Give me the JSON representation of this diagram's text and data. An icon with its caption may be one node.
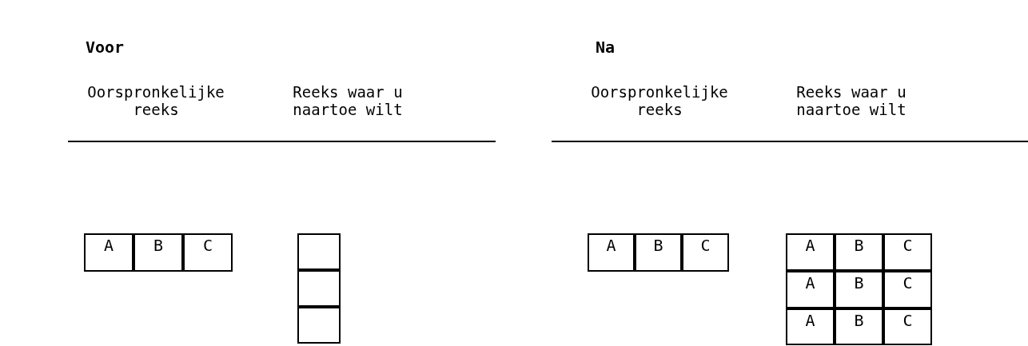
{
  "diagram": {
    "nodes": [
      {
        "text": [
          "A"
        ]
      },
      {
        "text": [
          "B"
        ]
      },
      {
        "text": [
          "C"
        ]
      },
      {
        "text": [],
        "shape": "box"
      },
      {
        "text": [],
        "shape": "box"
      },
      {
        "text": [],
        "shape": "box"
      },
      {
        "text": [
          "A"
        ]
      },
      {
        "text": [
          "B"
        ]
      },
      {
        "text": [
          "C"
        ]
      },
      {
        "text": [
          "A"
        ]
      },
      {
        "text": [
          "B"
        ]
      },
      {
        "text": [
          "C"
        ]
      },
      {
        "text": [
          "A"
        ]
      },
      {
        "text": [
          "B"
        ]
      },
      {
        "text": [
          "C"
        ]
      },
      {
        "text": [
          "A"
        ]
      },
      {
        "text": [
          "B"
        ]
      },
      {
        "text": [
          "C"
        ]
      }
    ],
    "labels": [
      "Voor",
      "Na",
      "Oorspronkelijke reeks",
      "Reeks waar u naartoe wilt",
      "Oorspronkelijke reeks",
      "Reeks waar u naartoe wilt"
    ]
  }
}
